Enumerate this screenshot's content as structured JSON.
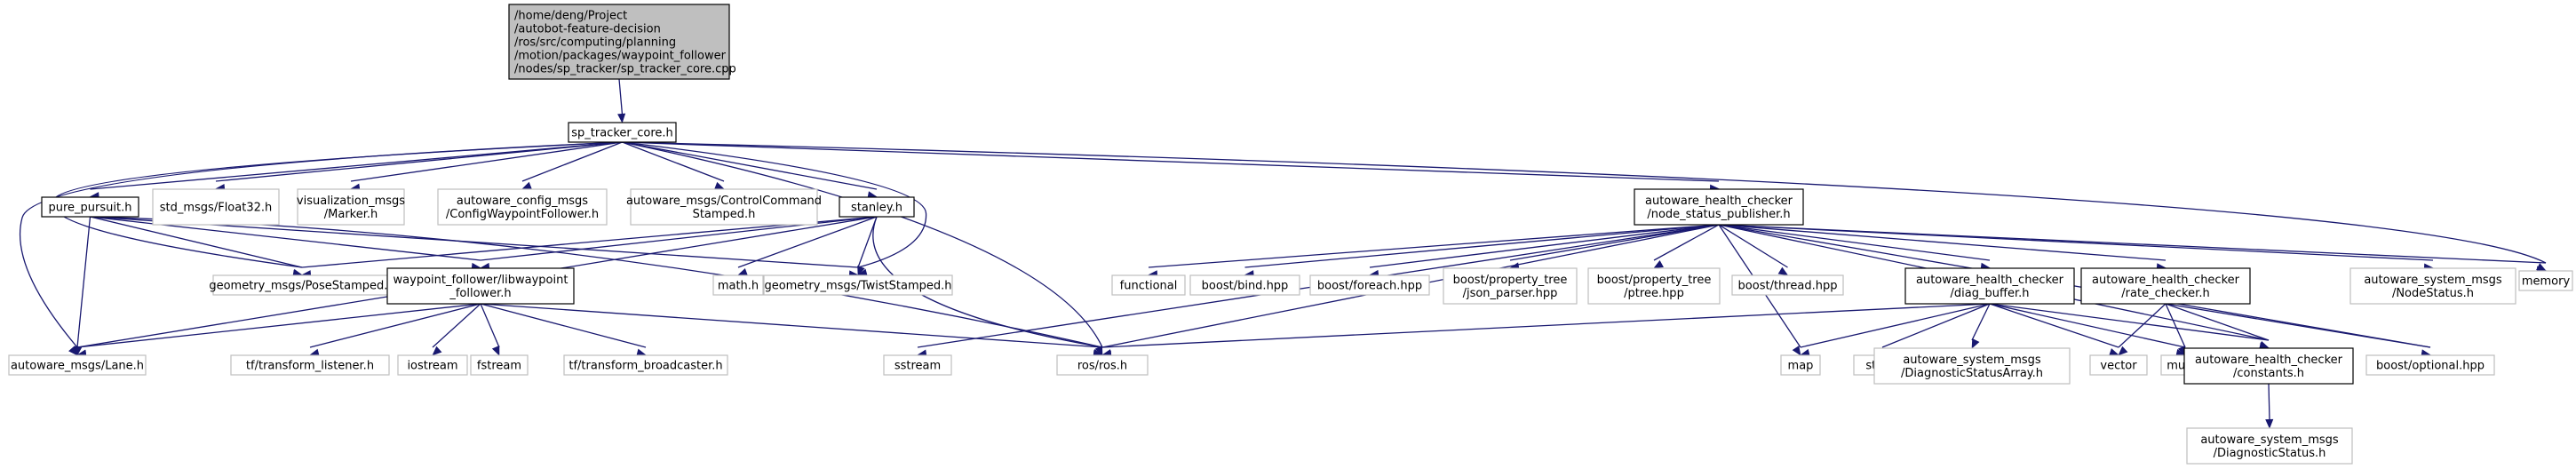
{
  "colors": {
    "edge": "#191970",
    "root_fill": "#bfbfbf",
    "node_fill": "#ffffff",
    "external_border": "#bfbfbf",
    "internal_border": "#000000",
    "text": "#000000"
  },
  "nodes": {
    "root": [
      "/home/deng/Project",
      "/autobot-feature-decision",
      "/ros/src/computing/planning",
      "/motion/packages/waypoint_follower",
      "/nodes/sp_tracker/sp_tracker_core.cpp"
    ],
    "sp_tracker_core": [
      "sp_tracker_core.h"
    ],
    "pure_pursuit": [
      "pure_pursuit.h"
    ],
    "std_float32": [
      "std_msgs/Float32.h"
    ],
    "viz_marker": [
      "visualization_msgs",
      "/Marker.h"
    ],
    "config_wf": [
      "autoware_config_msgs",
      "/ConfigWaypointFollower.h"
    ],
    "control_cmd": [
      "autoware_msgs/ControlCommand",
      "Stamped.h"
    ],
    "stanley": [
      "stanley.h"
    ],
    "node_status_pub": [
      "autoware_health_checker",
      "/node_status_publisher.h"
    ],
    "memory": [
      "memory"
    ],
    "pose_stamped": [
      "geometry_msgs/PoseStamped.h"
    ],
    "libwaypoint": [
      "waypoint_follower/libwaypoint",
      "_follower.h"
    ],
    "math": [
      "math.h"
    ],
    "twist_stamped": [
      "geometry_msgs/TwistStamped.h"
    ],
    "lane": [
      "autoware_msgs/Lane.h"
    ],
    "tf_listener": [
      "tf/transform_listener.h"
    ],
    "iostream": [
      "iostream"
    ],
    "fstream": [
      "fstream"
    ],
    "tf_broadcaster": [
      "tf/transform_broadcaster.h"
    ],
    "sstream": [
      "sstream"
    ],
    "ros": [
      "ros/ros.h"
    ],
    "functional": [
      "functional"
    ],
    "boost_bind": [
      "boost/bind.hpp"
    ],
    "boost_foreach": [
      "boost/foreach.hpp"
    ],
    "json_parser": [
      "boost/property_tree",
      "/json_parser.hpp"
    ],
    "ptree": [
      "boost/property_tree",
      "/ptree.hpp"
    ],
    "boost_thread": [
      "boost/thread.hpp"
    ],
    "diag_buffer": [
      "autoware_health_checker",
      "/diag_buffer.h"
    ],
    "rate_checker": [
      "autoware_health_checker",
      "/rate_checker.h"
    ],
    "node_status": [
      "autoware_system_msgs",
      "/NodeStatus.h"
    ],
    "map": [
      "map"
    ],
    "string": [
      "string"
    ],
    "diag_status_array": [
      "autoware_system_msgs",
      "/DiagnosticStatusArray.h"
    ],
    "vector": [
      "vector"
    ],
    "mutex": [
      "mutex"
    ],
    "constants": [
      "autoware_health_checker",
      "/constants.h"
    ],
    "boost_optional": [
      "boost/optional.hpp"
    ],
    "diag_status": [
      "autoware_system_msgs",
      "/DiagnosticStatus.h"
    ]
  }
}
